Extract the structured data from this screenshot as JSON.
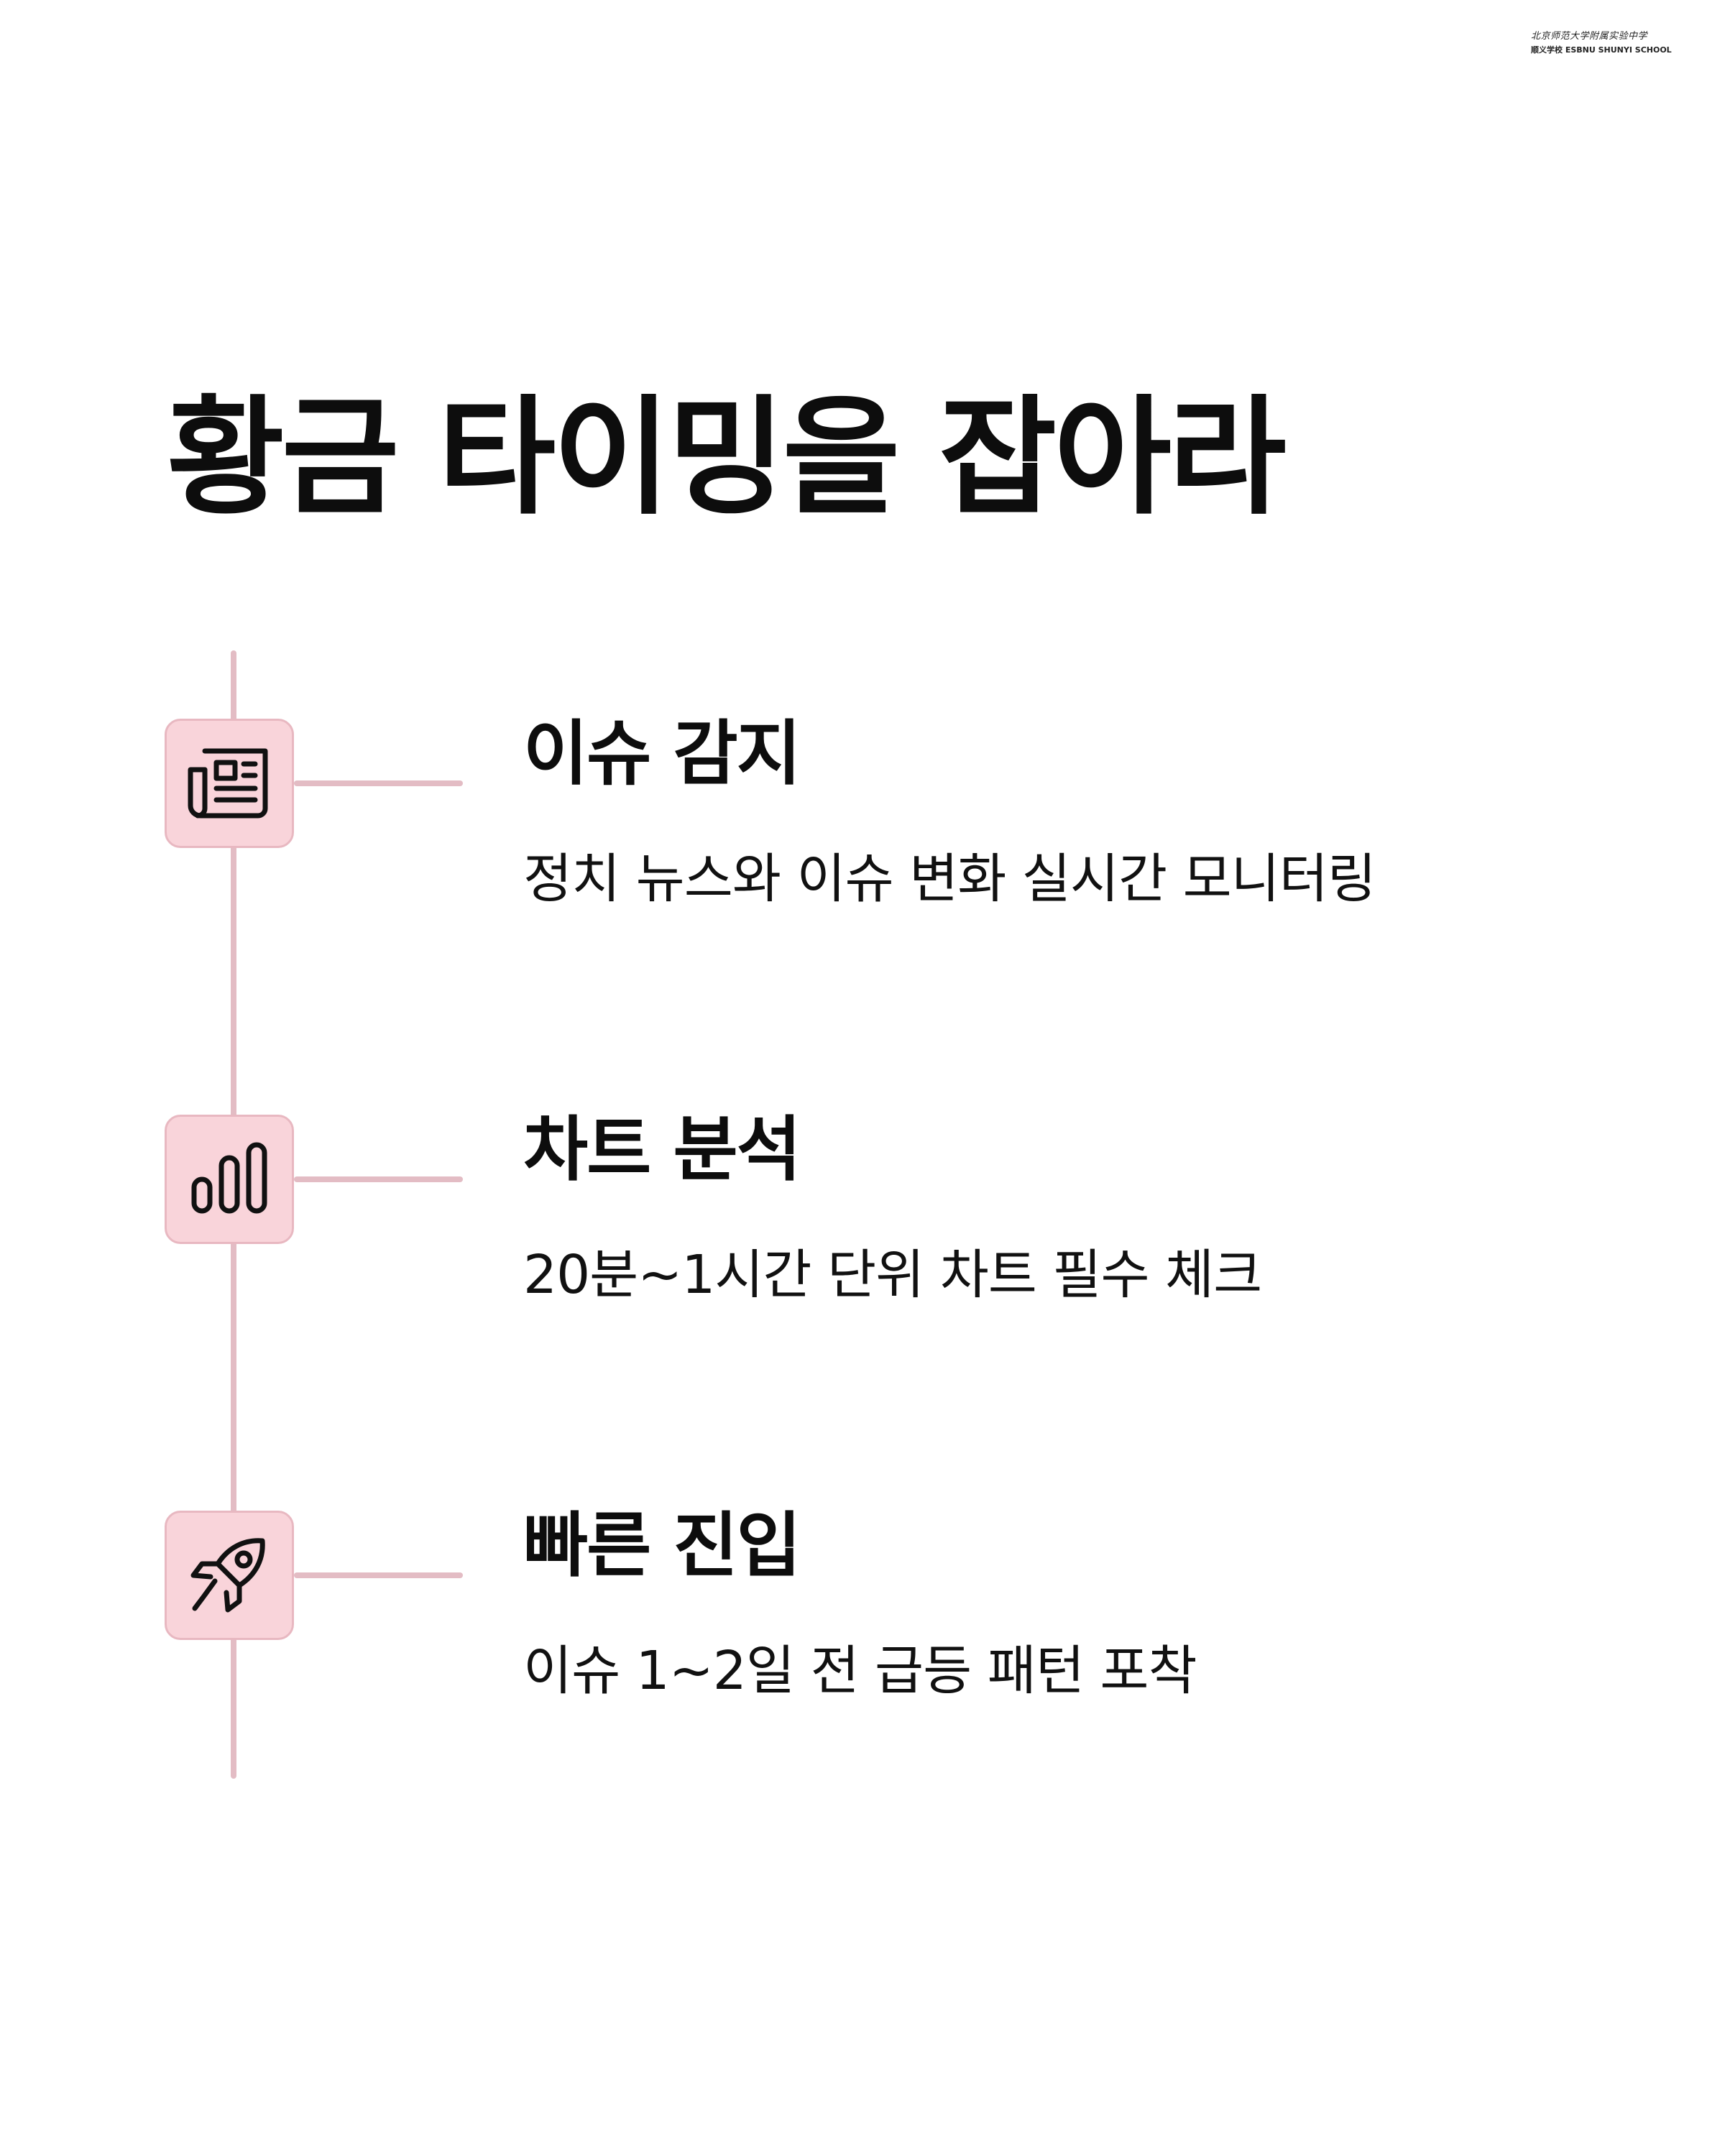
{
  "logo": {
    "line1": "北京师范大学附属实验中学",
    "line2": "顺义学校 ESBNU SHUNYI SCHOOL"
  },
  "title": "황금 타이밍을 잡아라",
  "colors": {
    "accent_line": "#e3bcc4",
    "icon_box_fill": "#f9d4da",
    "icon_box_border": "#e8b8c1",
    "text": "#111111"
  },
  "steps": [
    {
      "icon": "newspaper-icon",
      "title": "이슈 감지",
      "description": "정치 뉴스와 이슈 변화 실시간 모니터링"
    },
    {
      "icon": "bar-chart-icon",
      "title": "차트 분석",
      "description": "20분~1시간 단위 차트 필수 체크"
    },
    {
      "icon": "rocket-icon",
      "title": "빠른 진입",
      "description": "이슈 1~2일 전 급등 패턴 포착"
    }
  ]
}
